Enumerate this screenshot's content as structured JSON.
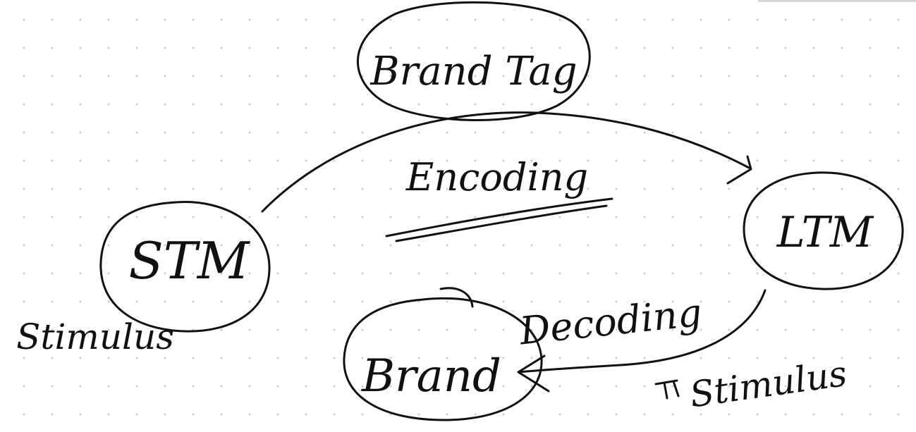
{
  "nodes": {
    "stm": "STM",
    "ltm": "LTM",
    "brand_tag": "Brand Tag",
    "brand": "Brand"
  },
  "labels": {
    "encoding": "Encoding",
    "decoding": "Decoding",
    "stimulus_left": "Stimulus",
    "stimulus_right": "Stimulus"
  },
  "colors": {
    "ink": "#111111",
    "grid_dot": "#c8c8c8",
    "background": "#ffffff"
  }
}
